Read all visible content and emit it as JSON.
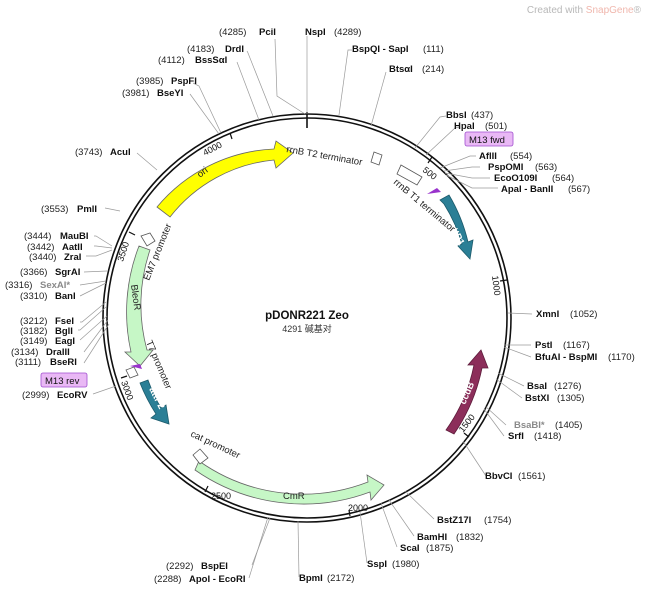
{
  "watermark": {
    "prefix": "Created with ",
    "brand": "SnapGene",
    "reg": "®"
  },
  "plasmid": {
    "name": "pDONR221 Zeo",
    "length": "4291 碱基对"
  },
  "ticks": [
    "500",
    "1000",
    "1500",
    "2000",
    "2500",
    "3000",
    "3500",
    "4000"
  ],
  "features": [
    {
      "name": "ori"
    },
    {
      "name": "rrnB T2 terminator"
    },
    {
      "name": "rrnB T1 terminator"
    },
    {
      "name": "attP1"
    },
    {
      "name": "ccdB"
    },
    {
      "name": "CmR"
    },
    {
      "name": "cat promoter"
    },
    {
      "name": "attP2"
    },
    {
      "name": "T7 promoter"
    },
    {
      "name": "BleoR"
    },
    {
      "name": "EM7 promoter"
    }
  ],
  "primers": [
    "M13 fwd",
    "M13 rev"
  ],
  "sites": [
    {
      "name": "NspI",
      "pos": "(4289)"
    },
    {
      "name": "PciI",
      "pos": "(4285)"
    },
    {
      "name": "BspQI - SapI",
      "pos": "(111)"
    },
    {
      "name": "DrdI",
      "pos": "(4183)"
    },
    {
      "name": "BssSαI",
      "pos": "(4112)"
    },
    {
      "name": "BtsαI",
      "pos": "(214)"
    },
    {
      "name": "PspFI",
      "pos": "(3985)"
    },
    {
      "name": "BseYI",
      "pos": "(3981)"
    },
    {
      "name": "BbsI",
      "pos": "(437)"
    },
    {
      "name": "HpaI",
      "pos": "(501)"
    },
    {
      "name": "AcuI",
      "pos": "(3743)"
    },
    {
      "name": "AflII",
      "pos": "(554)"
    },
    {
      "name": "PspOMI",
      "pos": "(563)"
    },
    {
      "name": "EcoO109I",
      "pos": "(564)"
    },
    {
      "name": "ApaI - BanII",
      "pos": "(567)"
    },
    {
      "name": "PmlI",
      "pos": "(3553)"
    },
    {
      "name": "MauBI",
      "pos": "(3444)"
    },
    {
      "name": "AatII",
      "pos": "(3442)"
    },
    {
      "name": "ZraI",
      "pos": "(3440)"
    },
    {
      "name": "SgrAI",
      "pos": "(3366)"
    },
    {
      "name": "SexAI*",
      "pos": "(3316)"
    },
    {
      "name": "BanI",
      "pos": "(3310)"
    },
    {
      "name": "XmnI",
      "pos": "(1052)"
    },
    {
      "name": "FseI",
      "pos": "(3212)"
    },
    {
      "name": "BglI",
      "pos": "(3182)"
    },
    {
      "name": "EagI",
      "pos": "(3149)"
    },
    {
      "name": "DraIII",
      "pos": "(3134)"
    },
    {
      "name": "BseRI",
      "pos": "(3111)"
    },
    {
      "name": "PstI",
      "pos": "(1167)"
    },
    {
      "name": "BfuAI - BspMI",
      "pos": "(1170)"
    },
    {
      "name": "EcoRV",
      "pos": "(2999)"
    },
    {
      "name": "BsaI",
      "pos": "(1276)"
    },
    {
      "name": "BstXI",
      "pos": "(1305)"
    },
    {
      "name": "BsaBI*",
      "pos": "(1405)"
    },
    {
      "name": "SrfI",
      "pos": "(1418)"
    },
    {
      "name": "BbvCI",
      "pos": "(1561)"
    },
    {
      "name": "BstZ17I",
      "pos": "(1754)"
    },
    {
      "name": "BamHI",
      "pos": "(1832)"
    },
    {
      "name": "ScaI",
      "pos": "(1875)"
    },
    {
      "name": "SspI",
      "pos": "(1980)"
    },
    {
      "name": "BpmI",
      "pos": "(2172)"
    },
    {
      "name": "BspEI",
      "pos": "(2292)"
    },
    {
      "name": "ApoI - EcoRI",
      "pos": "(2288)"
    }
  ]
}
